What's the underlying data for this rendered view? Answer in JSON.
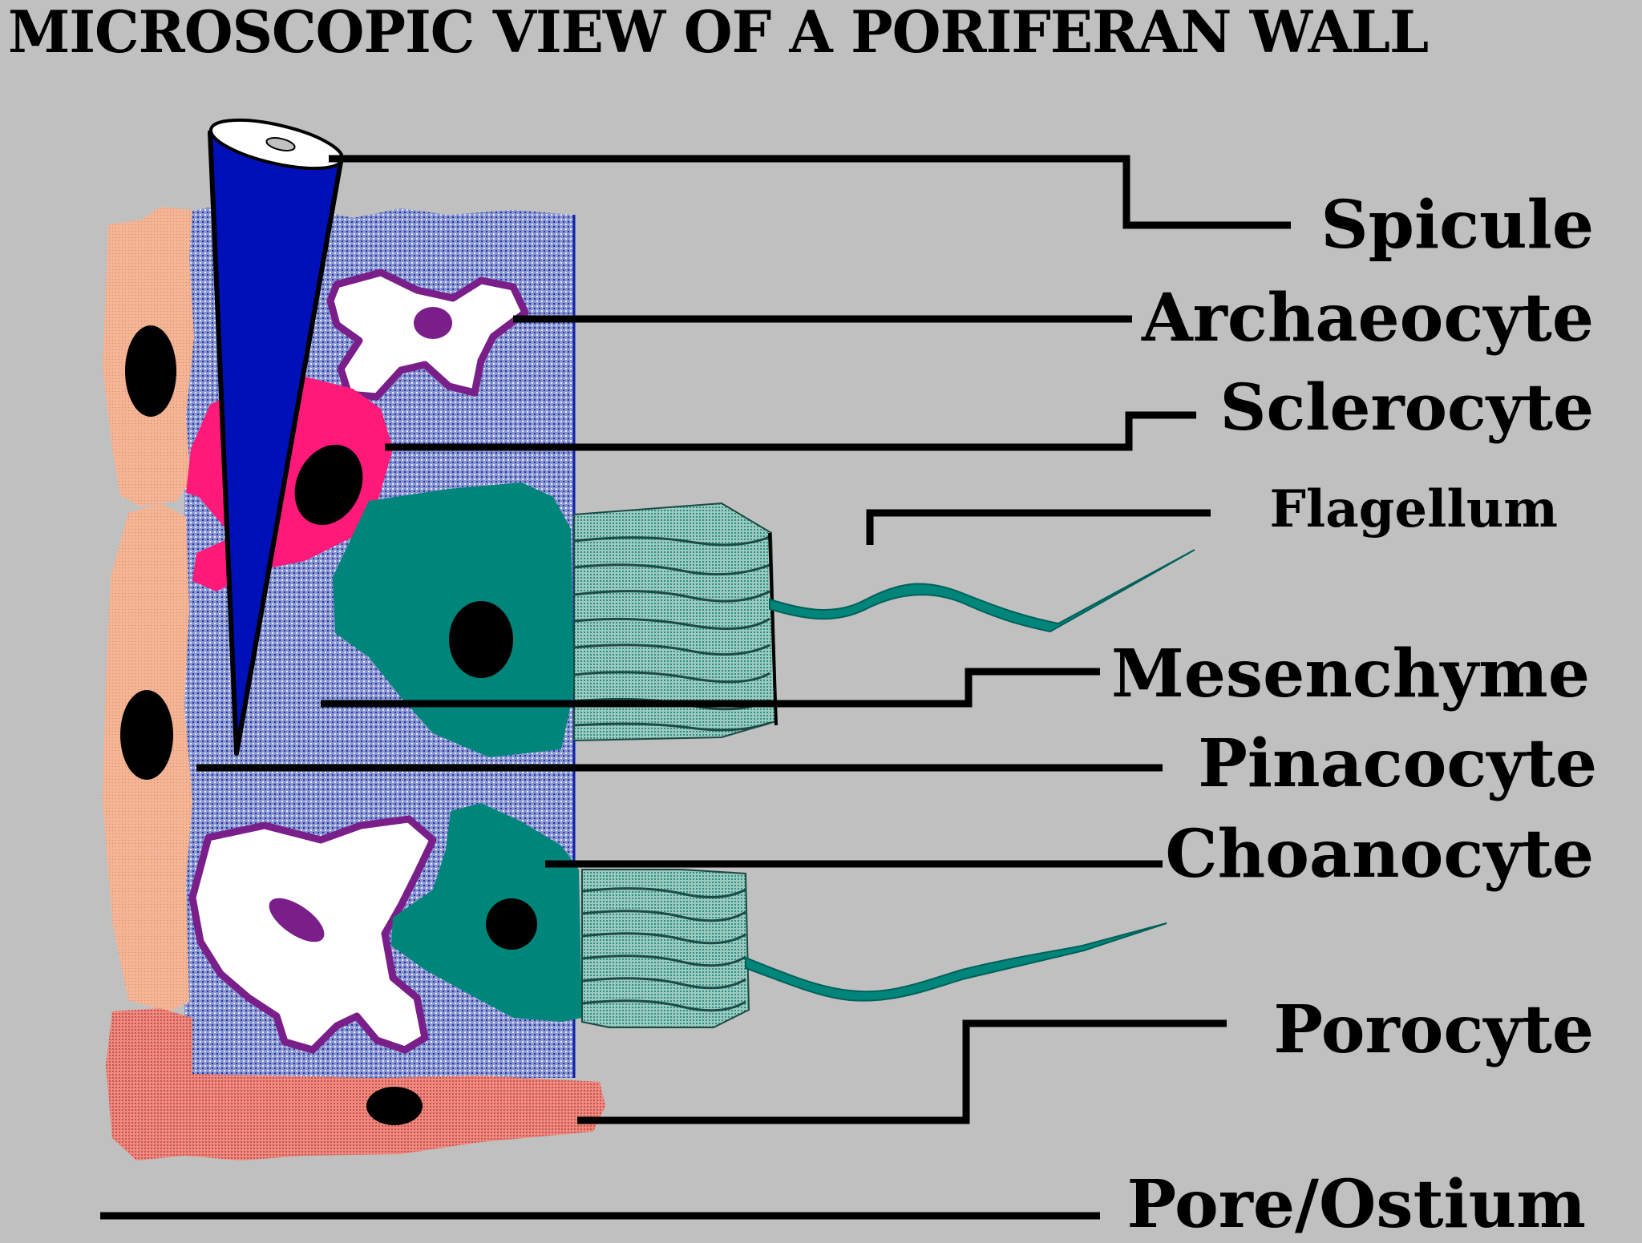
{
  "title": "MICROSCOPIC VIEW OF A PORIFERAN WALL",
  "labels": {
    "spicule": "Spicule",
    "archaeocyte": "Archaeocyte",
    "sclerocyte": "Sclerocyte",
    "flagellum": "Flagellum",
    "mesenchyme": "Mesenchyme",
    "pinacocyte": "Pinacocyte",
    "choanocyte": "Choanocyte",
    "porocyte": "Porocyte",
    "pore": "Pore/Ostium"
  },
  "colors": {
    "background": "#c0c0c0",
    "mesenchyme": "#6f7fc0",
    "pinacocyte": "#f2ad8c",
    "porocyte": "#e47a72",
    "sclerocyte": "#ff1a7a",
    "spicule": "#0010b8",
    "choanocyte": "#00857a",
    "collar": "#7fb8ac",
    "amoebocyte_outline": "#7a1f8a",
    "nucleus": "#000000",
    "leader_line": "#000000"
  }
}
